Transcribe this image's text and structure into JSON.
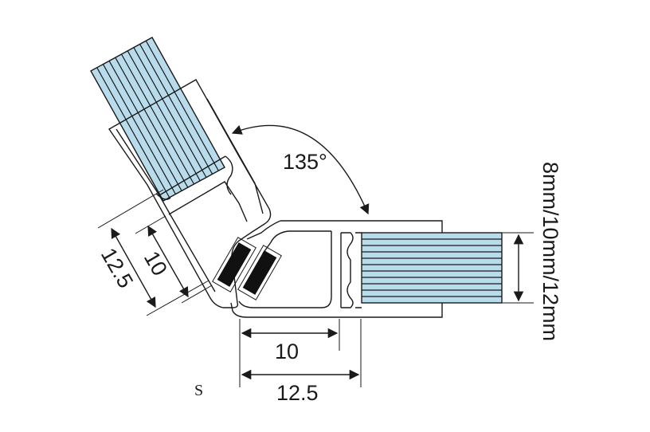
{
  "labels": {
    "angle": "135°",
    "left_inner_dim": "10",
    "left_outer_dim": "12.5",
    "bottom_inner_dim": "10",
    "bottom_outer_dim": "12.5",
    "thickness": "8mm/10mm/12mm",
    "mark": "S"
  },
  "colors": {
    "glass_fill": "#b9dcec",
    "magnet_fill": "#111111",
    "outline": "#1a1a1a"
  }
}
